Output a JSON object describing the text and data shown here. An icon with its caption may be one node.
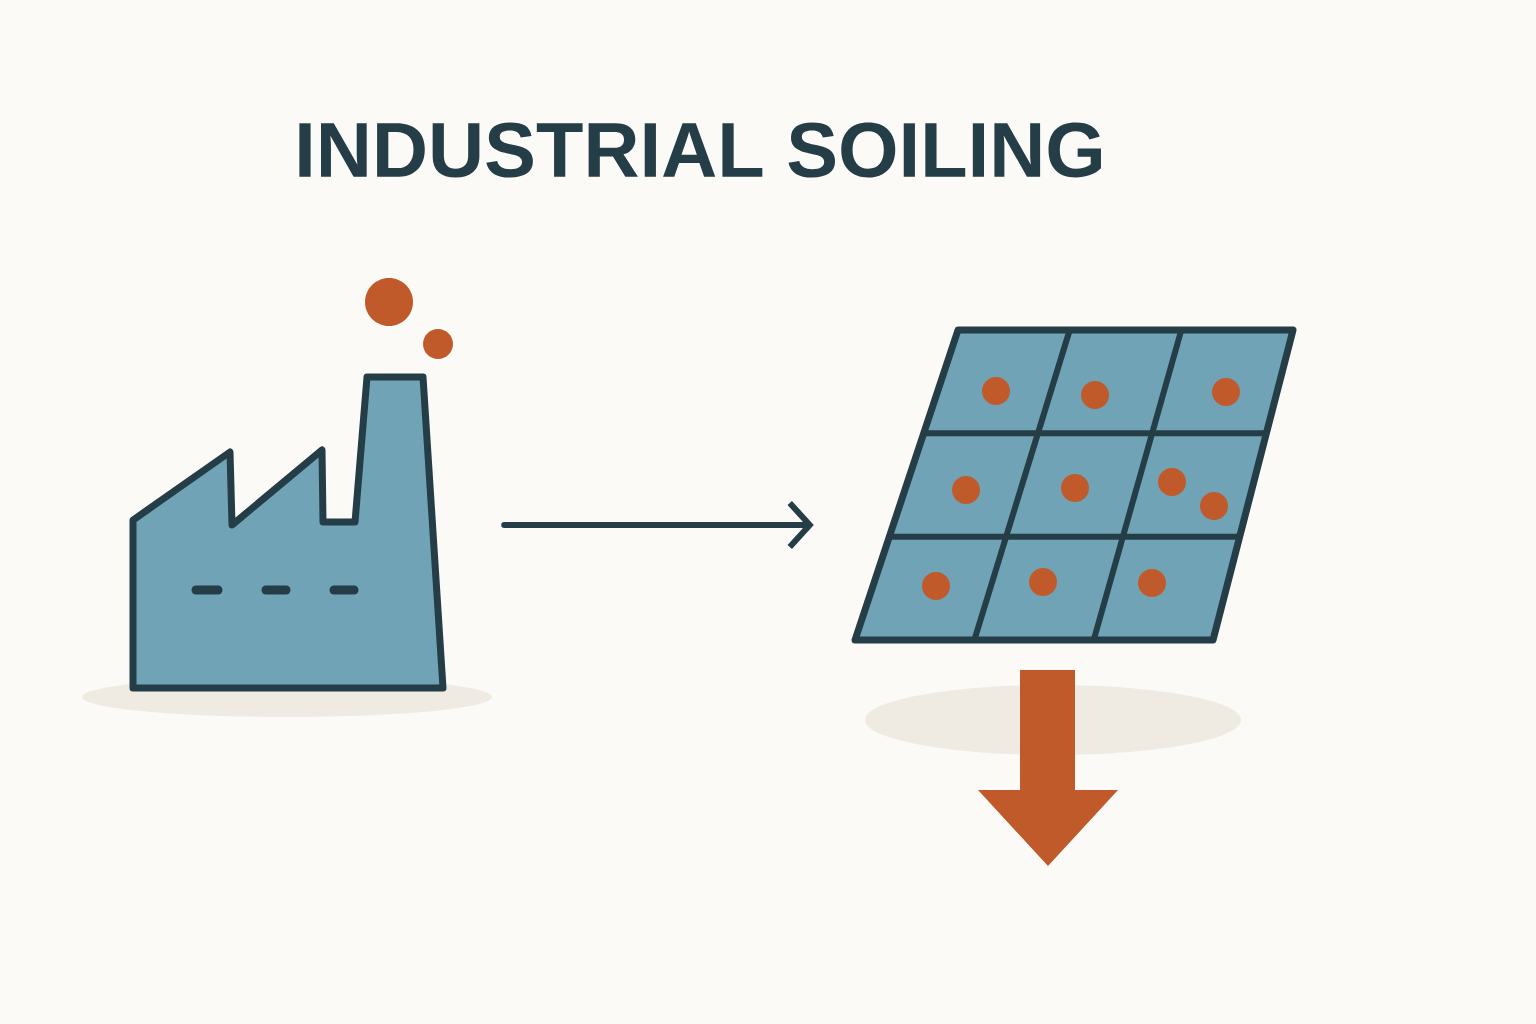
{
  "diagram": {
    "title": "INDUSTRIAL SOILING",
    "nodes": [
      {
        "text": [],
        "shape": "picture"
      },
      {
        "text": [],
        "shape": "picture"
      }
    ],
    "edges": [
      {
        "from": 0,
        "to": 1,
        "arrow": "to"
      }
    ]
  }
}
